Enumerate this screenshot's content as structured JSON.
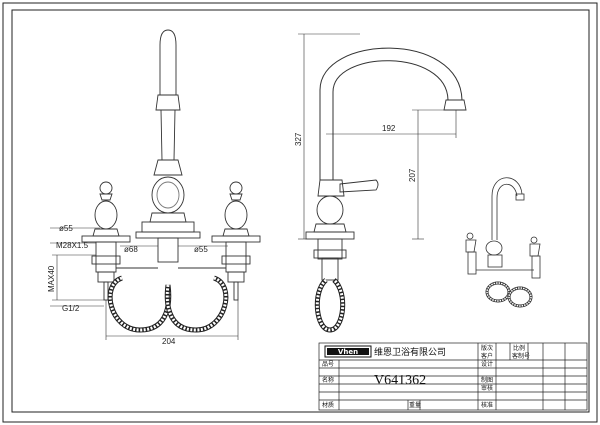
{
  "dimensions": {
    "front": {
      "d55_left": "ø55",
      "thread": "M28X1.5",
      "d68": "ø68",
      "d55_right": "ø55",
      "max40": "MAX40",
      "g12": "G1/2",
      "w204": "204"
    },
    "side": {
      "h327": "327",
      "w192": "192",
      "h207": "207"
    }
  },
  "title_block": {
    "logo": "Vhen",
    "company": "维恩卫浴有限公司",
    "model": "V641362",
    "labels": {
      "version": "版次",
      "ratio": "比例",
      "client": "客户",
      "client_no": "客制号",
      "item_no": "品号",
      "design": "设计",
      "name": "名称",
      "drawing": "制图",
      "review": "审核",
      "material": "材质",
      "weight": "重量",
      "approve": "核准"
    }
  }
}
